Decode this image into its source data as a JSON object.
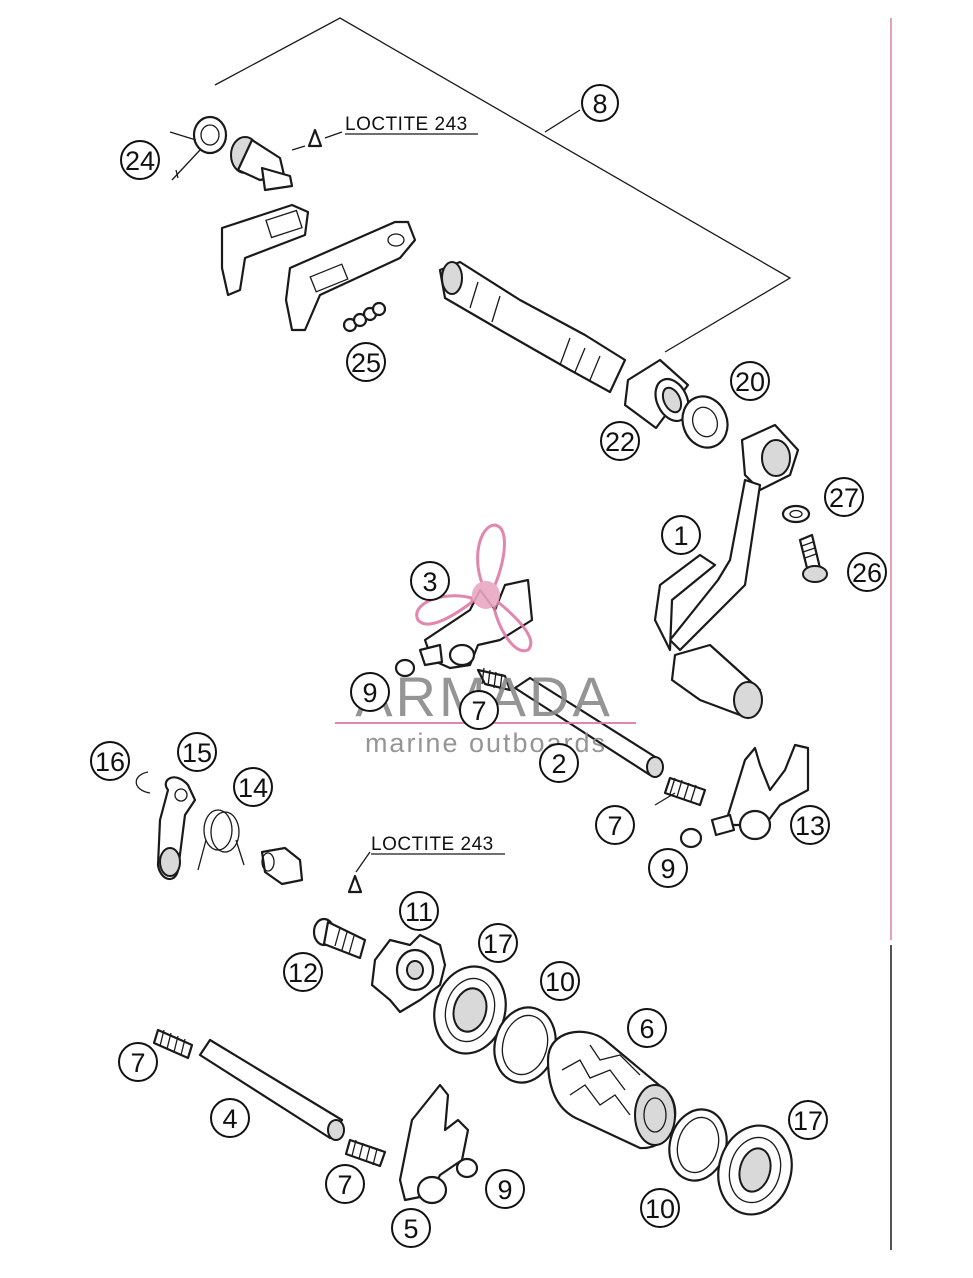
{
  "notes": {
    "loctite_top": "LOCTITE 243",
    "loctite_mid": "LOCTITE 243"
  },
  "watermark": {
    "brand": "ARMADA",
    "tagline": "marine outboards",
    "accent_color": "#e07aa6",
    "text_color": "#8a8a8a"
  },
  "callouts": {
    "c1": "1",
    "c2": "2",
    "c3": "3",
    "c4": "4",
    "c5": "5",
    "c6": "6",
    "c7a": "7",
    "c7b": "7",
    "c7c": "7",
    "c7d": "7",
    "c8": "8",
    "c9a": "9",
    "c9b": "9",
    "c9c": "9",
    "c10a": "10",
    "c10b": "10",
    "c11": "11",
    "c12": "12",
    "c13": "13",
    "c14": "14",
    "c15": "15",
    "c16": "16",
    "c17a": "17",
    "c17b": "17",
    "c20": "20",
    "c22": "22",
    "c24": "24",
    "c25": "25",
    "c26": "26",
    "c27": "27"
  },
  "colors": {
    "line": "#1a1a1a",
    "border_accent": "#e8a0b8"
  }
}
